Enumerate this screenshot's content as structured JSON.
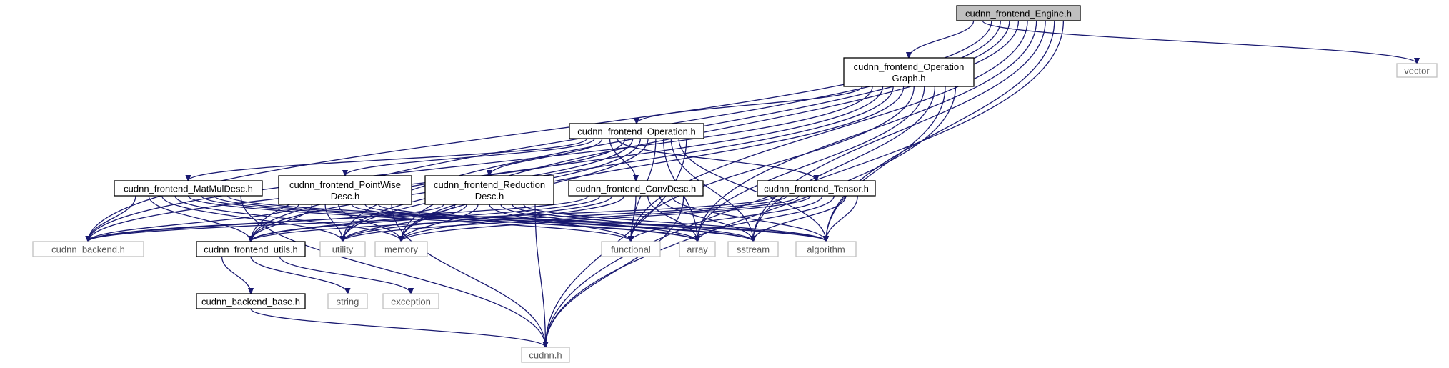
{
  "nodes": {
    "engine": {
      "lines": [
        "cudnn_frontend_Engine.h"
      ],
      "kind": "root"
    },
    "opgraph": {
      "lines": [
        "cudnn_frontend_Operation",
        "Graph.h"
      ],
      "kind": "main"
    },
    "vector": {
      "lines": [
        "vector"
      ],
      "kind": "ext"
    },
    "operation": {
      "lines": [
        "cudnn_frontend_Operation.h"
      ],
      "kind": "main"
    },
    "matmul": {
      "lines": [
        "cudnn_frontend_MatMulDesc.h"
      ],
      "kind": "main"
    },
    "pointwise": {
      "lines": [
        "cudnn_frontend_PointWise",
        "Desc.h"
      ],
      "kind": "main"
    },
    "reduction": {
      "lines": [
        "cudnn_frontend_Reduction",
        "Desc.h"
      ],
      "kind": "main"
    },
    "convdesc": {
      "lines": [
        "cudnn_frontend_ConvDesc.h"
      ],
      "kind": "main"
    },
    "tensor": {
      "lines": [
        "cudnn_frontend_Tensor.h"
      ],
      "kind": "main"
    },
    "backend": {
      "lines": [
        "cudnn_backend.h"
      ],
      "kind": "ext"
    },
    "utils": {
      "lines": [
        "cudnn_frontend_utils.h"
      ],
      "kind": "main"
    },
    "utility": {
      "lines": [
        "utility"
      ],
      "kind": "ext"
    },
    "memory": {
      "lines": [
        "memory"
      ],
      "kind": "ext"
    },
    "functional": {
      "lines": [
        "functional"
      ],
      "kind": "ext"
    },
    "array": {
      "lines": [
        "array"
      ],
      "kind": "ext"
    },
    "sstream": {
      "lines": [
        "sstream"
      ],
      "kind": "ext"
    },
    "algorithm": {
      "lines": [
        "algorithm"
      ],
      "kind": "ext"
    },
    "string": {
      "lines": [
        "string"
      ],
      "kind": "ext"
    },
    "exception": {
      "lines": [
        "exception"
      ],
      "kind": "ext"
    },
    "backendbase": {
      "lines": [
        "cudnn_backend_base.h"
      ],
      "kind": "main"
    },
    "cudnn": {
      "lines": [
        "cudnn.h"
      ],
      "kind": "ext"
    }
  },
  "edges": [
    [
      "engine",
      "opgraph"
    ],
    [
      "engine",
      "vector"
    ],
    [
      "engine",
      "backend"
    ],
    [
      "engine",
      "utils"
    ],
    [
      "engine",
      "utility"
    ],
    [
      "engine",
      "memory"
    ],
    [
      "engine",
      "functional"
    ],
    [
      "engine",
      "array"
    ],
    [
      "engine",
      "sstream"
    ],
    [
      "engine",
      "algorithm"
    ],
    [
      "engine",
      "cudnn"
    ],
    [
      "opgraph",
      "operation"
    ],
    [
      "opgraph",
      "backend"
    ],
    [
      "opgraph",
      "utils"
    ],
    [
      "opgraph",
      "utility"
    ],
    [
      "opgraph",
      "memory"
    ],
    [
      "opgraph",
      "functional"
    ],
    [
      "opgraph",
      "array"
    ],
    [
      "opgraph",
      "sstream"
    ],
    [
      "opgraph",
      "algorithm"
    ],
    [
      "opgraph",
      "cudnn"
    ],
    [
      "operation",
      "matmul"
    ],
    [
      "operation",
      "pointwise"
    ],
    [
      "operation",
      "reduction"
    ],
    [
      "operation",
      "convdesc"
    ],
    [
      "operation",
      "tensor"
    ],
    [
      "operation",
      "backend"
    ],
    [
      "operation",
      "utils"
    ],
    [
      "operation",
      "utility"
    ],
    [
      "operation",
      "memory"
    ],
    [
      "operation",
      "functional"
    ],
    [
      "operation",
      "array"
    ],
    [
      "operation",
      "sstream"
    ],
    [
      "operation",
      "algorithm"
    ],
    [
      "operation",
      "cudnn"
    ],
    [
      "matmul",
      "backend"
    ],
    [
      "matmul",
      "utils"
    ],
    [
      "matmul",
      "utility"
    ],
    [
      "matmul",
      "memory"
    ],
    [
      "matmul",
      "functional"
    ],
    [
      "matmul",
      "array"
    ],
    [
      "matmul",
      "sstream"
    ],
    [
      "matmul",
      "algorithm"
    ],
    [
      "matmul",
      "cudnn"
    ],
    [
      "pointwise",
      "backend"
    ],
    [
      "pointwise",
      "utils"
    ],
    [
      "pointwise",
      "utility"
    ],
    [
      "pointwise",
      "memory"
    ],
    [
      "pointwise",
      "array"
    ],
    [
      "pointwise",
      "sstream"
    ],
    [
      "pointwise",
      "algorithm"
    ],
    [
      "pointwise",
      "cudnn"
    ],
    [
      "reduction",
      "backend"
    ],
    [
      "reduction",
      "utils"
    ],
    [
      "reduction",
      "utility"
    ],
    [
      "reduction",
      "memory"
    ],
    [
      "reduction",
      "functional"
    ],
    [
      "reduction",
      "array"
    ],
    [
      "reduction",
      "sstream"
    ],
    [
      "reduction",
      "algorithm"
    ],
    [
      "reduction",
      "cudnn"
    ],
    [
      "convdesc",
      "backend"
    ],
    [
      "convdesc",
      "utils"
    ],
    [
      "convdesc",
      "utility"
    ],
    [
      "convdesc",
      "memory"
    ],
    [
      "convdesc",
      "functional"
    ],
    [
      "convdesc",
      "array"
    ],
    [
      "convdesc",
      "sstream"
    ],
    [
      "convdesc",
      "algorithm"
    ],
    [
      "convdesc",
      "cudnn"
    ],
    [
      "tensor",
      "backend"
    ],
    [
      "tensor",
      "utils"
    ],
    [
      "tensor",
      "utility"
    ],
    [
      "tensor",
      "memory"
    ],
    [
      "tensor",
      "functional"
    ],
    [
      "tensor",
      "array"
    ],
    [
      "tensor",
      "sstream"
    ],
    [
      "tensor",
      "algorithm"
    ],
    [
      "utils",
      "backendbase"
    ],
    [
      "utils",
      "string"
    ],
    [
      "utils",
      "exception"
    ],
    [
      "backendbase",
      "cudnn"
    ]
  ]
}
